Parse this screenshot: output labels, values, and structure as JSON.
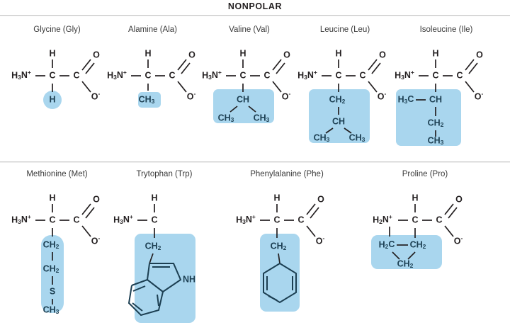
{
  "header": {
    "title": "NONPOLAR"
  },
  "chart_data": {
    "type": "table",
    "title": "NONPOLAR",
    "subtitle": "",
    "xlabel": "",
    "ylabel": "",
    "description": "Structural formulas of the nine nonpolar amino acids, each drawn as a zwitterion with an H3N+ amino group, an alpha carbon bearing H, a carboxylate group, and a highlighted side chain (R group) shaded light blue.",
    "categories": [
      "Glycine (Gly)",
      "Alamine (Ala)",
      "Valine (Val)",
      "Leucine (Leu)",
      "Isoleucine (Ile)",
      "Methionine (Met)",
      "Trytophan (Trp)",
      "Phenylalanine (Phe)",
      "Proline (Pro)"
    ],
    "series": [
      {
        "name": "side_chain",
        "values": [
          "H",
          "CH3",
          "CH(CH3)2",
          "CH2-CH(CH3)2",
          "H3C-CH(CH2CH3)",
          "CH2-CH2-S-CH3",
          "CH2-indole",
          "CH2-phenyl",
          "H2C-CH2-CH2 ring"
        ]
      }
    ],
    "highlight_color": "#a9d6ee",
    "bond_color": "#231f20",
    "ring_color": "#1c3f52",
    "legend_position": "none",
    "grid": false
  },
  "backbone": {
    "amino_group": "H",
    "amino_sub": "3",
    "amino_n": "N",
    "amino_charge": "+",
    "alpha_h": "H",
    "alpha_c": "C",
    "carboxyl_c": "C",
    "carbonyl_o": "O",
    "hydroxyl_o": "O",
    "hydroxyl_charge": "-"
  },
  "rows": [
    {
      "id": "row-top",
      "amino_acids": [
        {
          "id": "glycine",
          "label": "Glycine (Gly)",
          "side_chain_atoms": [
            "H"
          ]
        },
        {
          "id": "alanine",
          "label": "Alamine (Ala)",
          "side_chain_atoms": [
            "CH",
            "3"
          ]
        },
        {
          "id": "valine",
          "label": "Valine (Val)",
          "side_chain_atoms": [
            "CH",
            "CH",
            "3",
            "CH",
            "3"
          ]
        },
        {
          "id": "leucine",
          "label": "Leucine (Leu)",
          "side_chain_atoms": [
            "CH",
            "2",
            "CH",
            "CH",
            "3",
            "CH",
            "3"
          ]
        },
        {
          "id": "isoleucine",
          "label": "Isoleucine (Ile)",
          "side_chain_atoms": [
            "H",
            "3",
            "C",
            "CH",
            "CH",
            "2",
            "CH",
            "3"
          ]
        }
      ]
    },
    {
      "id": "row-bottom",
      "amino_acids": [
        {
          "id": "methionine",
          "label": "Methionine (Met)",
          "side_chain_atoms": [
            "CH",
            "2",
            "CH",
            "2",
            "S",
            "CH",
            "3"
          ]
        },
        {
          "id": "tryptophan",
          "label": "Trytophan (Trp)",
          "side_chain_atoms": [
            "CH",
            "2",
            "NH"
          ]
        },
        {
          "id": "phenylalanine",
          "label": "Phenylalanine (Phe)",
          "side_chain_atoms": [
            "CH",
            "2"
          ]
        },
        {
          "id": "proline",
          "label": "Proline (Pro)",
          "side_chain_atoms": [
            "H",
            "2",
            "C",
            "CH",
            "2",
            "CH",
            "2"
          ]
        }
      ]
    }
  ],
  "atoms": {
    "H": "H",
    "C": "C",
    "N": "N",
    "O": "O",
    "S": "S",
    "CH": "CH",
    "NH": "NH",
    "H3C_H": "H",
    "H2C_H": "H",
    "n2": "2",
    "n3": "3",
    "plus": "+",
    "minus": "-"
  }
}
